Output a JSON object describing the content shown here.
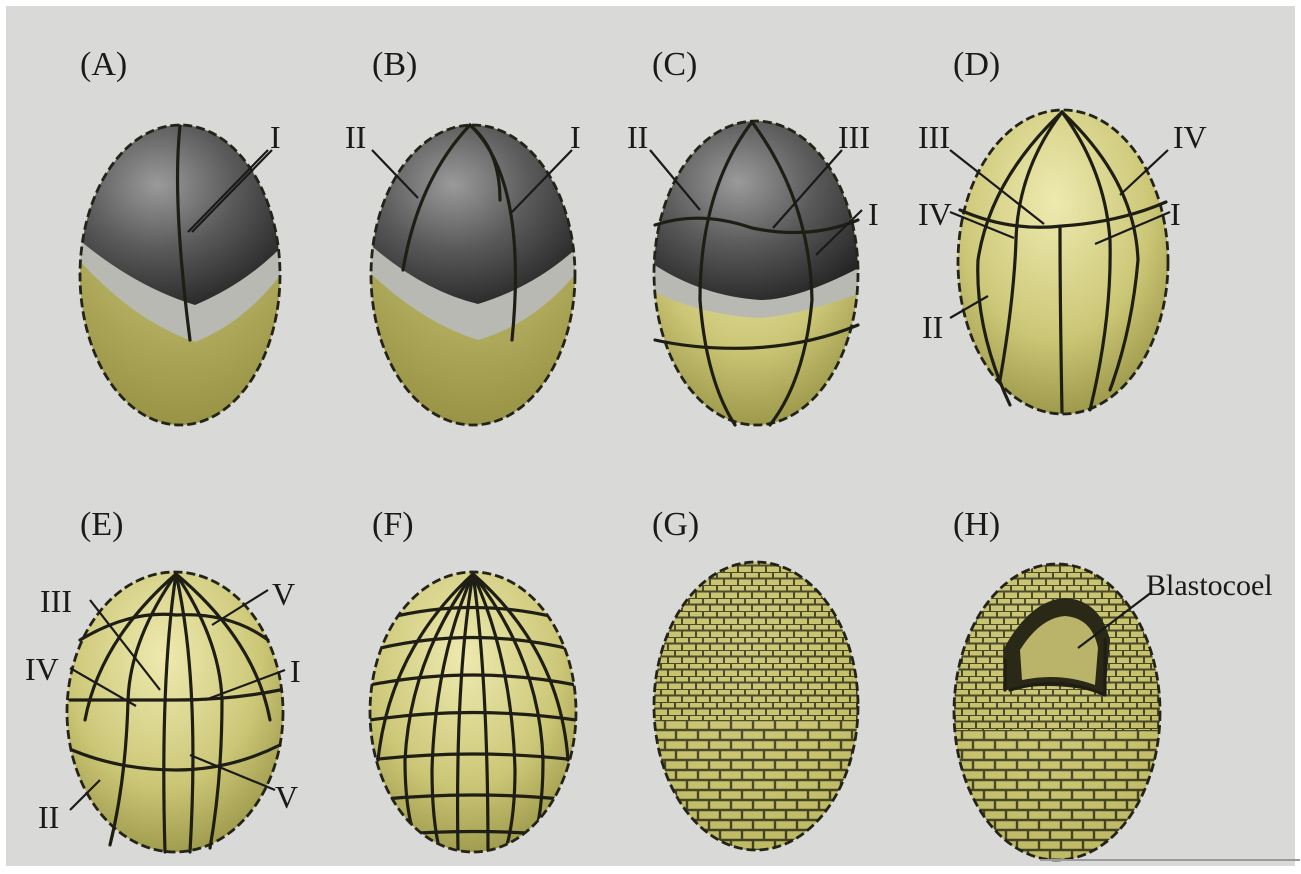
{
  "figure": {
    "panels": [
      {
        "id": "A",
        "caption": "(A)",
        "labels": [
          "I"
        ]
      },
      {
        "id": "B",
        "caption": "(B)",
        "labels": [
          "II",
          "I"
        ]
      },
      {
        "id": "C",
        "caption": "(C)",
        "labels": [
          "II",
          "III",
          "I"
        ]
      },
      {
        "id": "D",
        "caption": "(D)",
        "labels": [
          "III",
          "IV",
          "IV",
          "I",
          "II"
        ]
      },
      {
        "id": "E",
        "caption": "(E)",
        "labels": [
          "III",
          "V",
          "IV",
          "I",
          "II",
          "V"
        ]
      },
      {
        "id": "F",
        "caption": "(F)",
        "labels": []
      },
      {
        "id": "G",
        "caption": "(G)",
        "labels": []
      },
      {
        "id": "H",
        "caption": "(H)",
        "labels": [
          "Blastocoel"
        ]
      }
    ]
  },
  "colors": {
    "background": "#d9dad8",
    "animal_pole": "#4a4a4a",
    "gray_crescent": "#b9bab4",
    "yolk": "#c8c46a",
    "groove": "#1e1e14"
  }
}
